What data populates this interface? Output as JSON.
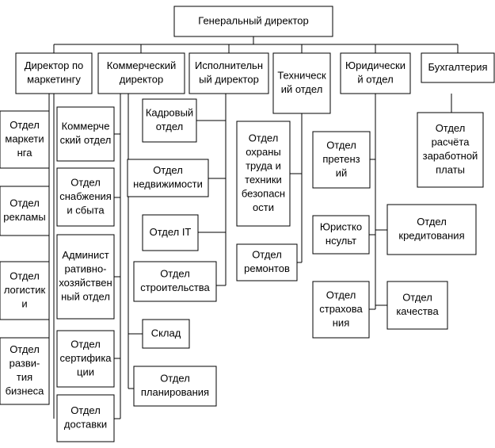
{
  "org": {
    "root": [
      "Генеральный директор"
    ],
    "marketing_director": [
      "Директор по",
      "маркетингу"
    ],
    "commercial_director": [
      "Коммерческий",
      "директор"
    ],
    "executive_director": [
      "Исполнительн",
      "ый директор"
    ],
    "technical_department": [
      "Техническ",
      "ий отдел"
    ],
    "legal_department": [
      "Юридически",
      "й отдел"
    ],
    "accounting": [
      "Бухгалтерия"
    ],
    "marketing_dept": [
      "Отдел",
      "маркети",
      "нга"
    ],
    "advertising_dept": [
      "Отдел",
      "рекламы"
    ],
    "logistics_dept": [
      "Отдел",
      "логистик",
      "и"
    ],
    "business_development_dept": [
      "Отдел",
      "разви-",
      "тия",
      "бизнеса"
    ],
    "sales_dept": [
      "Коммерче",
      "ский отдел"
    ],
    "supply_dept": [
      "Отдел",
      "снабжения",
      "и сбыта"
    ],
    "admin_dept": [
      "Админист",
      "ративно-",
      "хозяйствен",
      "ный отдел"
    ],
    "certification_dept": [
      "Отдел",
      "сертифика",
      "ции"
    ],
    "delivery_dept": [
      "Отдел",
      "доставки"
    ],
    "hr_dept": [
      "Кадровый",
      "отдел"
    ],
    "real_estate_dept": [
      "Отдел",
      "недвижимости"
    ],
    "it_dept": [
      "Отдел IT"
    ],
    "construction_dept": [
      "Отдел",
      "строительства"
    ],
    "warehouse": [
      "Склад"
    ],
    "planning_dept": [
      "Отдел",
      "планирования"
    ],
    "safety_dept": [
      "Отдел",
      "охраны",
      "труда и",
      "техники",
      "безопасн",
      "ости"
    ],
    "repairs_dept": [
      "Отдел",
      "ремонтов"
    ],
    "claims_dept": [
      "Отдел",
      "претенз",
      "ий"
    ],
    "legal_counsel": [
      "Юристко",
      "нсульт"
    ],
    "insurance_dept": [
      "Отдел",
      "страхова",
      "ния"
    ],
    "crediting_dept": [
      "Отдел",
      "кредитования"
    ],
    "quality_dept": [
      "Отдел",
      "качества"
    ],
    "payroll_dept": [
      "Отдел",
      "расчёта",
      "заработной",
      "платы"
    ]
  }
}
